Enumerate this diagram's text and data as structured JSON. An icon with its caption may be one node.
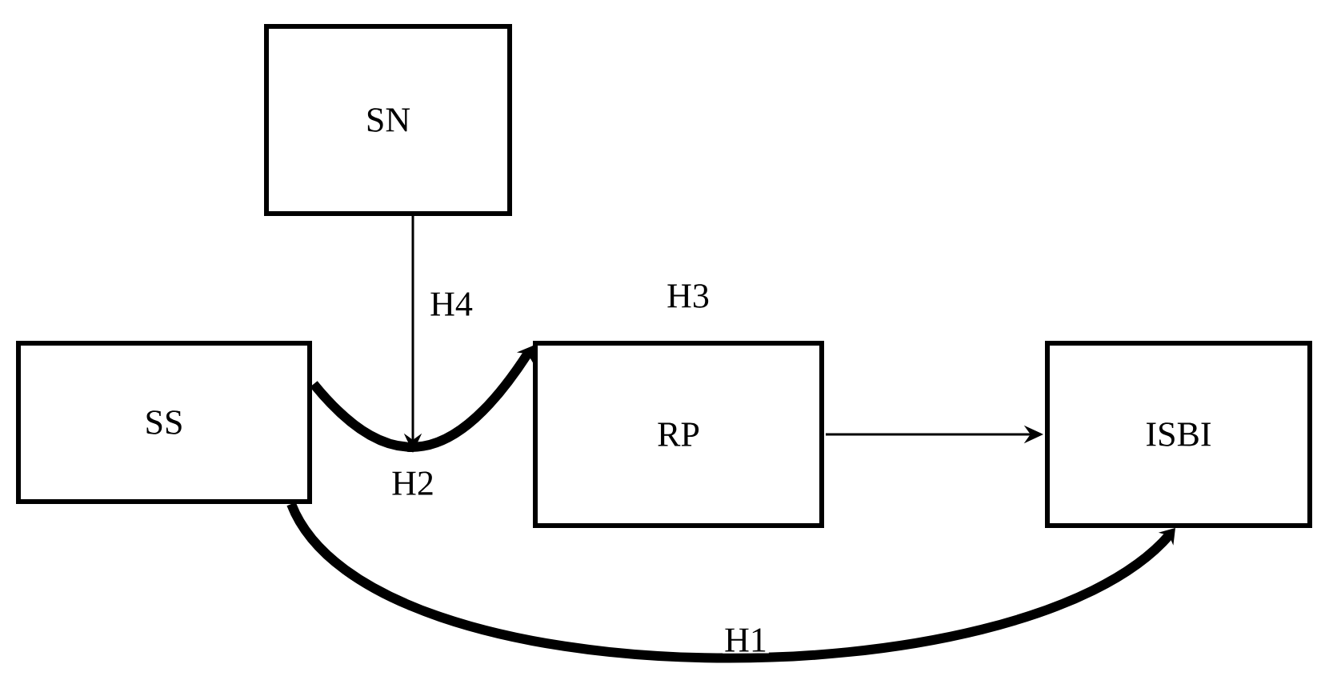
{
  "diagram": {
    "nodes": [
      {
        "text": [
          "SN"
        ]
      },
      {
        "text": [
          "SS"
        ]
      },
      {
        "text": [
          "RP"
        ]
      },
      {
        "text": [
          "ISBI"
        ]
      }
    ],
    "edges": [
      {
        "from": 1,
        "to": 3,
        "arrow": "to",
        "label": "H1",
        "style": "thick"
      },
      {
        "from": 1,
        "to": 2,
        "arrow": "to",
        "label": "H2",
        "style": "thick"
      },
      {
        "from": 0,
        "to": null,
        "arrow": "to",
        "label": "H4"
      },
      {
        "from": 2,
        "to": 3,
        "arrow": "to"
      }
    ],
    "labels": [
      "H3"
    ]
  }
}
